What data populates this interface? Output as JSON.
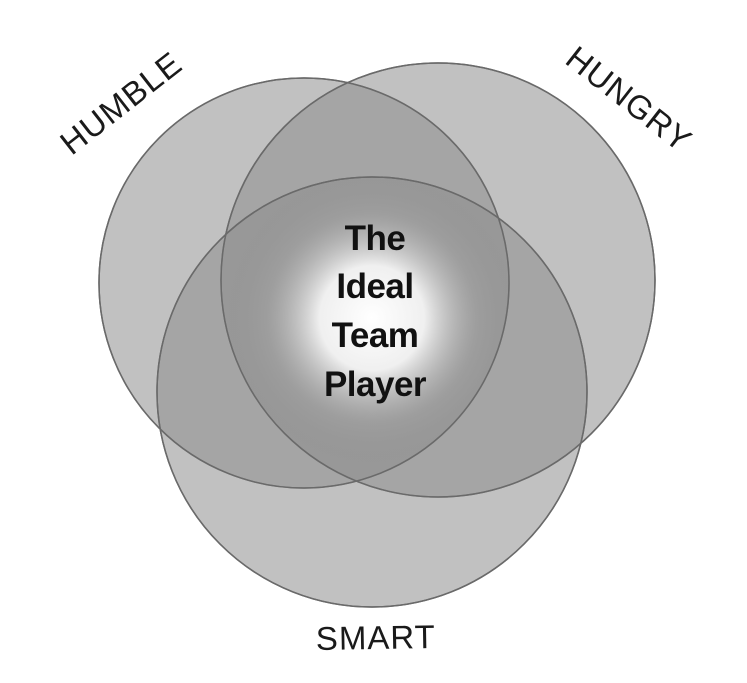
{
  "diagram": {
    "labels": {
      "humble": "HUMBLE",
      "hungry": "HUNGRY",
      "smart": "SMART"
    },
    "center_lines": [
      "The",
      "Ideal",
      "Team",
      "Player"
    ]
  },
  "colors": {
    "circle_fill": "#8e8e8e",
    "circle_stroke": "#6a6a6a",
    "center_glow": "#ffffff",
    "text": "#111111"
  }
}
